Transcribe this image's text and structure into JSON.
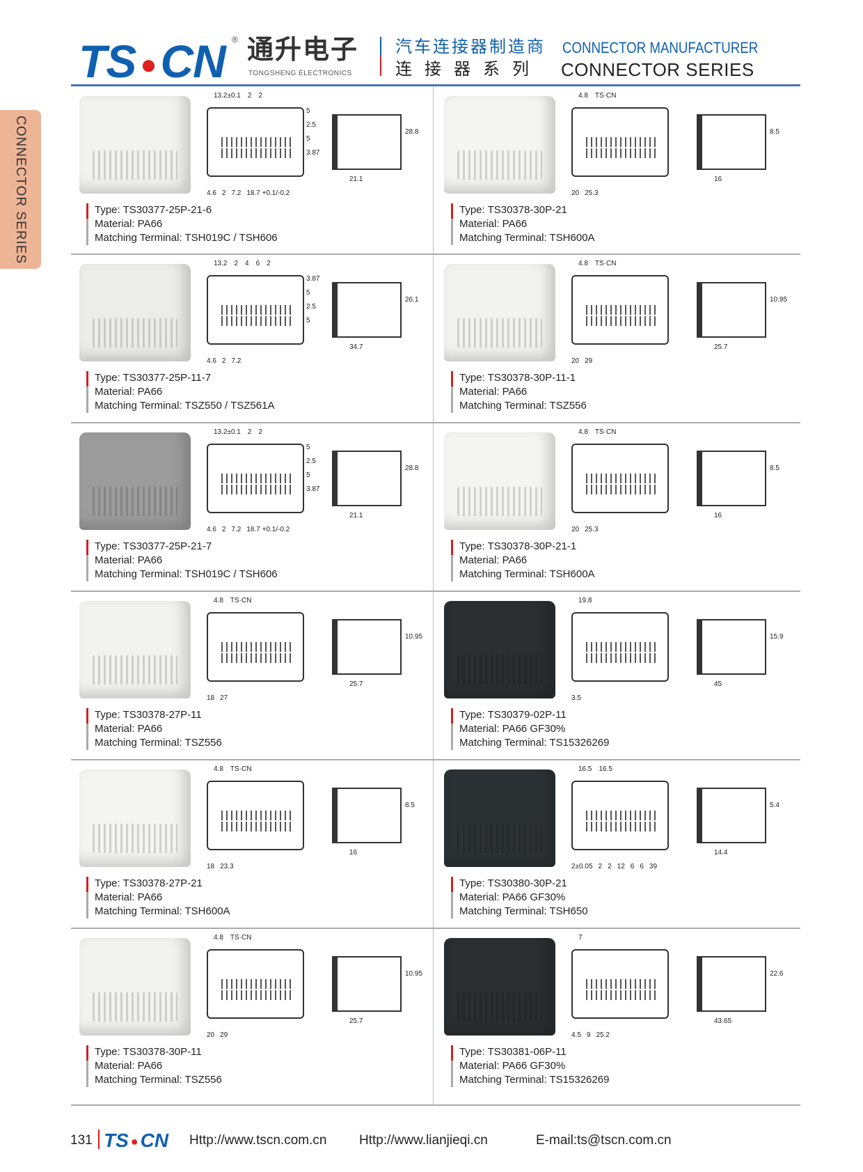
{
  "header": {
    "logo": "TS·CN",
    "logo_parts": [
      "TS",
      "CN"
    ],
    "registered": "®",
    "company_cn": "通升电子",
    "company_en": "TONGSHENG ELECTRONICS",
    "tagline_cn": "汽车连接器制造商",
    "tagline_en": "CONNECTOR MANUFACTURER",
    "series_cn": "连接器系列",
    "series_en": "CONNECTOR SERIES"
  },
  "side_tab": "CONNECTOR SERIES",
  "colors": {
    "brand_blue": "#1060b0",
    "accent_red": "#d02020",
    "tab": "#eeb496"
  },
  "products": [
    {
      "type": "Type: TS30377-25P-21-6",
      "material": "Material: PA66",
      "terminal": "Matching Terminal: TSH019C / TSH606",
      "photo_color": "#f2f2f0",
      "dims": {
        "top": [
          "13.2±0.1",
          "2",
          "2"
        ],
        "bottom": [
          "4.6",
          "2",
          "7.2",
          "18.7 +0.1/-0.2"
        ],
        "fside": [
          "5",
          "2.5",
          "5",
          "3.87"
        ],
        "sbottom": [
          "21.1"
        ],
        "sright": [
          "28.8"
        ]
      }
    },
    {
      "type": "Type: TS30378-30P-21",
      "material": "Material: PA66",
      "terminal": "Matching Terminal: TSH600A",
      "photo_color": "#f4f4f2",
      "dims": {
        "top": [
          "4.8",
          "TS·CN"
        ],
        "bottom": [
          "20",
          "25.3"
        ],
        "fside": [],
        "sbottom": [
          "16"
        ],
        "sright": [
          "8.5"
        ]
      }
    },
    {
      "type": "Type: TS30377-25P-11-7",
      "material": "Material: PA66",
      "terminal": "Matching Terminal: TSZ550 / TSZ561A",
      "photo_color": "#ececea",
      "dims": {
        "top": [
          "13.2",
          "2",
          "4",
          "6",
          "2"
        ],
        "bottom": [
          "4.6",
          "2",
          "7.2"
        ],
        "fside": [
          "3.87",
          "5",
          "2.5",
          "5"
        ],
        "sbottom": [
          "34.7"
        ],
        "sright": [
          "26.1"
        ]
      }
    },
    {
      "type": "Type: TS30378-30P-11-1",
      "material": "Material: PA66",
      "terminal": "Matching Terminal: TSZ556",
      "photo_color": "#f2f2f0",
      "dims": {
        "top": [
          "4.8",
          "TS·CN"
        ],
        "bottom": [
          "20",
          "29"
        ],
        "fside": [],
        "sbottom": [
          "25.7"
        ],
        "sright": [
          "10.95"
        ]
      }
    },
    {
      "type": "Type: TS30377-25P-21-7",
      "material": "Material: PA66",
      "terminal": "Matching Terminal: TSH019C / TSH606",
      "photo_color": "#9c9c9c",
      "dims": {
        "top": [
          "13.2±0.1",
          "2",
          "2"
        ],
        "bottom": [
          "4.6",
          "2",
          "7.2",
          "18.7 +0.1/-0.2"
        ],
        "fside": [
          "5",
          "2.5",
          "5",
          "3.87"
        ],
        "sbottom": [
          "21.1"
        ],
        "sright": [
          "28.8"
        ]
      }
    },
    {
      "type": "Type: TS30378-30P-21-1",
      "material": "Material: PA66",
      "terminal": "Matching Terminal: TSH600A",
      "photo_color": "#f4f4f2",
      "dims": {
        "top": [
          "4.8",
          "TS·CN"
        ],
        "bottom": [
          "20",
          "25.3"
        ],
        "fside": [],
        "sbottom": [
          "16"
        ],
        "sright": [
          "8.5"
        ]
      }
    },
    {
      "type": "Type: TS30378-27P-11",
      "material": "Material: PA66",
      "terminal": "Matching Terminal: TSZ556",
      "photo_color": "#f2f2f0",
      "dims": {
        "top": [
          "4.8",
          "TS·CN"
        ],
        "bottom": [
          "18",
          "27"
        ],
        "fside": [],
        "sbottom": [
          "25.7"
        ],
        "sright": [
          "10.95"
        ]
      }
    },
    {
      "type": "Type: TS30379-02P-11",
      "material": "Material: PA66 GF30%",
      "terminal": "Matching Terminal: TS15326269",
      "photo_color": "#2a2e31",
      "dims": {
        "top": [
          "19.8"
        ],
        "bottom": [
          "3.5"
        ],
        "fside": [],
        "sbottom": [
          "45"
        ],
        "sright": [
          "15.9"
        ]
      }
    },
    {
      "type": "Type: TS30378-27P-21",
      "material": "Material: PA66",
      "terminal": "Matching Terminal: TSH600A",
      "photo_color": "#f4f4f2",
      "dims": {
        "top": [
          "4.8",
          "TS·CN"
        ],
        "bottom": [
          "18",
          "23.3"
        ],
        "fside": [],
        "sbottom": [
          "16"
        ],
        "sright": [
          "8.5"
        ]
      }
    },
    {
      "type": "Type: TS30380-30P-21",
      "material": "Material: PA66 GF30%",
      "terminal": "Matching Terminal: TSH650",
      "photo_color": "#2c3134",
      "dims": {
        "top": [
          "16.5",
          "16.5"
        ],
        "bottom": [
          "2±0.05",
          "2",
          "2",
          "12",
          "6",
          "6",
          "39"
        ],
        "fside": [],
        "sbottom": [
          "14.4"
        ],
        "sright": [
          "5.4"
        ]
      }
    },
    {
      "type": "Type: TS30378-30P-11",
      "material": "Material: PA66",
      "terminal": "Matching Terminal: TSZ556",
      "photo_color": "#f2f2f0",
      "dims": {
        "top": [
          "4.8",
          "TS·CN"
        ],
        "bottom": [
          "20",
          "29"
        ],
        "fside": [],
        "sbottom": [
          "25.7"
        ],
        "sright": [
          "10.95"
        ]
      }
    },
    {
      "type": "Type: TS30381-06P-11",
      "material": "Material: PA66 GF30%",
      "terminal": "Matching Terminal: TS15326269",
      "photo_color": "#2a2e31",
      "dims": {
        "top": [
          "7"
        ],
        "bottom": [
          "4.5",
          "9",
          "25.2"
        ],
        "fside": [],
        "sbottom": [
          "43.65"
        ],
        "sright": [
          "22.6"
        ]
      }
    }
  ],
  "footer": {
    "page": "131",
    "logo_parts": [
      "TS",
      "CN"
    ],
    "site1": "Http://www.tscn.com.cn",
    "site2": "Http://www.lianjieqi.cn",
    "email": "E-mail:ts@tscn.com.cn"
  }
}
